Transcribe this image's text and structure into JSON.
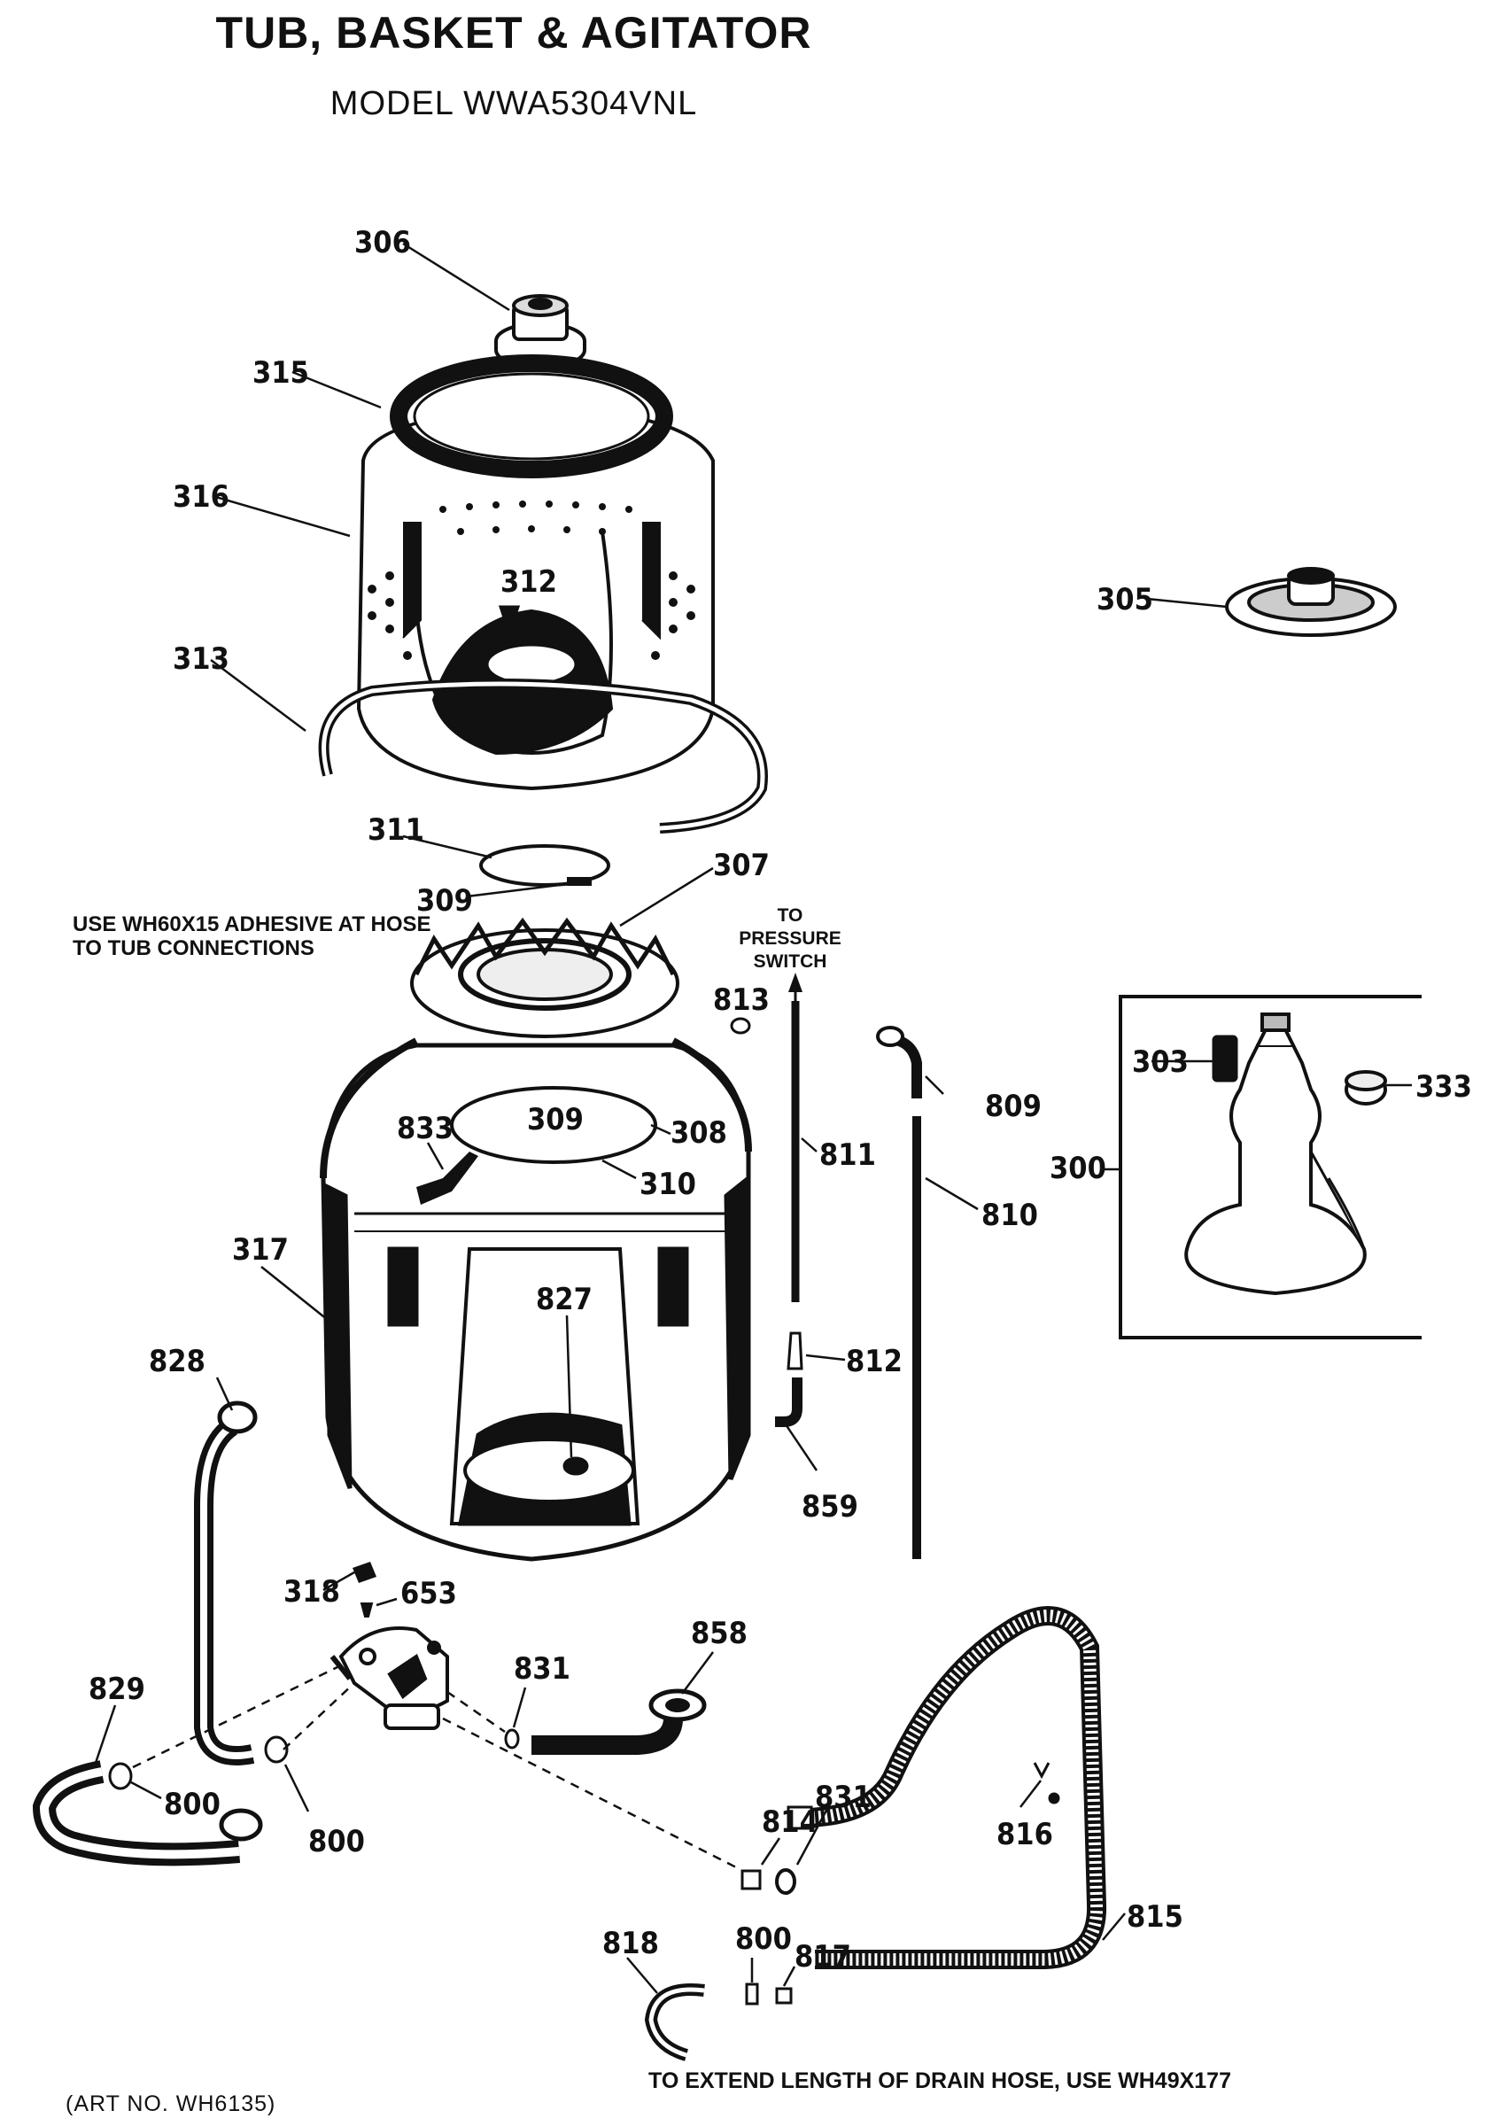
{
  "header": {
    "title": "TUB, BASKET & AGITATOR",
    "model": "MODEL WWA5304VNL"
  },
  "notes": {
    "adhesive": "USE WH60X15 ADHESIVE AT HOSE TO TUB CONNECTIONS",
    "pressure_switch": [
      "TO",
      "PRESSURE",
      "SWITCH"
    ],
    "drain_extend": "TO EXTEND LENGTH OF DRAIN HOSE, USE WH49X177",
    "art_no": "(ART NO. WH6135)"
  },
  "callouts": {
    "c306": "306",
    "c315": "315",
    "c316": "316",
    "c312": "312",
    "c313": "313",
    "c305": "305",
    "c311": "311",
    "c309a": "309",
    "c307": "307",
    "c813": "813",
    "c809": "809",
    "c303": "303",
    "c333": "333",
    "c300": "300",
    "c833": "833",
    "c309b": "309",
    "c308": "308",
    "c811": "811",
    "c310": "310",
    "c810": "810",
    "c317": "317",
    "c827": "827",
    "c812": "812",
    "c828": "828",
    "c859": "859",
    "c318": "318",
    "c653": "653",
    "c858": "858",
    "c829": "829",
    "c831a": "831",
    "c800a": "800",
    "c800b": "800",
    "c814": "814",
    "c831b": "831",
    "c816": "816",
    "c800c": "800",
    "c817": "817",
    "c818": "818",
    "c815": "815"
  }
}
